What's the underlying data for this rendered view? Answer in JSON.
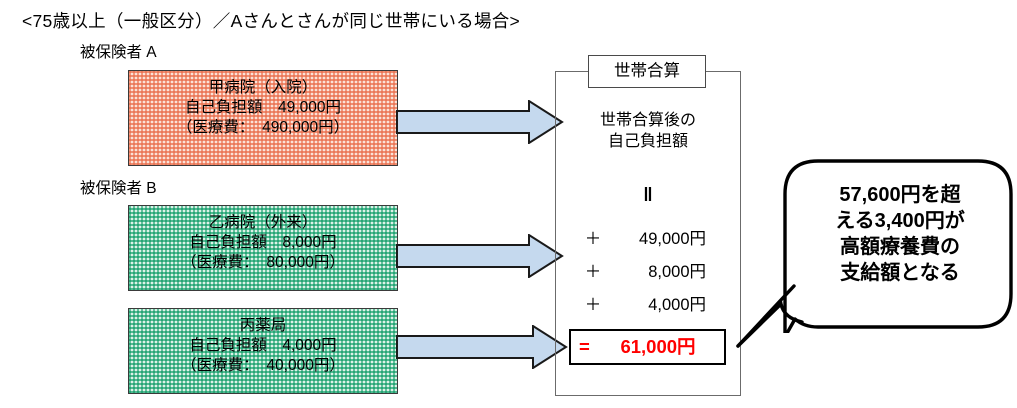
{
  "title": "<75歳以上（一般区分）／Aさんとさんが同じ世帯にいる場合>",
  "people": {
    "a_label": "被保険者 A",
    "b_label": "被保険者 B"
  },
  "providers": [
    {
      "name": "甲病院（入院）",
      "self_pay_line": "自己負担額　49,000円",
      "medical_cost_line": "（医療費：　490,000円）",
      "fill": "#fbe2d8",
      "pattern_color": "#e96a48"
    },
    {
      "name": "乙病院（外来）",
      "self_pay_line": "自己負担額　8,000円",
      "medical_cost_line": "（医療費：　80,000円）",
      "fill": "#ddf2e8",
      "pattern_color": "#00965e"
    },
    {
      "name": "丙薬局",
      "self_pay_line": "自己負担額　4,000円",
      "medical_cost_line": "（医療費：　40,000円）",
      "fill": "#ddf2e8",
      "pattern_color": "#00965e"
    }
  ],
  "household": {
    "header": "世帯合算",
    "caption_line1": "世帯合算後の",
    "caption_line2": "自己負担額",
    "equals_mark": "ǁ",
    "sums": [
      {
        "op": "＋",
        "amount": "49,000円"
      },
      {
        "op": "＋",
        "amount": "8,000円"
      },
      {
        "op": "＋",
        "amount": "4,000円"
      }
    ],
    "total": {
      "op": "=",
      "amount": "61,000円",
      "color": "#ff0000"
    }
  },
  "callout": {
    "line1": "57,600円を超",
    "line2": "える3,400円が",
    "line3": "高額療養費の",
    "line4": "支給額となる"
  },
  "colors": {
    "arrow_fill": "#c5d9ee",
    "arrow_stroke": "#1a1a1a",
    "frame_stroke": "#6b6b6b",
    "total_red": "#ff0000"
  }
}
